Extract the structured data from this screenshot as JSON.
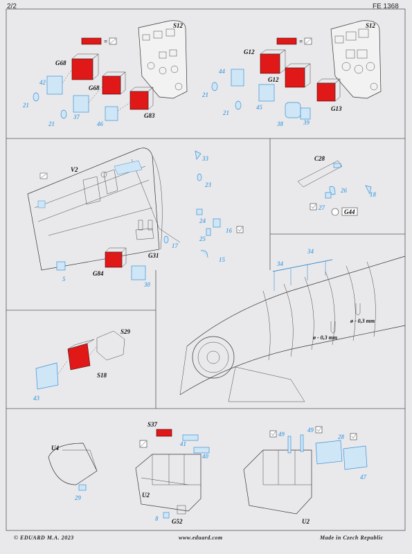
{
  "header": {
    "page": "2/2",
    "code": "FE 1368"
  },
  "footer": {
    "copyright": "© EDUARD M.A. 2023",
    "url": "www.eduard.com",
    "origin": "Made in Czech Republic"
  },
  "legend": {
    "equals": "="
  },
  "sec1": {
    "left": {
      "S12": "S12",
      "G68a": "G68",
      "G68b": "G68",
      "G83": "G83",
      "n42": "42",
      "n21a": "21",
      "n21b": "21",
      "n37": "37",
      "n46": "46"
    },
    "right": {
      "S12": "S12",
      "G12a": "G12",
      "G12b": "G12",
      "G13": "G13",
      "n44": "44",
      "n21a": "21",
      "n21b": "21",
      "n45": "45",
      "n38": "38",
      "n39": "39"
    }
  },
  "sec2": {
    "V2": "V2",
    "n33": "33",
    "n23": "23",
    "n24": "24",
    "n16": "16",
    "n25": "25",
    "n17": "17",
    "n15": "15",
    "G31": "G31",
    "G84": "G84",
    "n5": "5",
    "n30": "30"
  },
  "sec3": {
    "C28": "C28",
    "n26": "26",
    "n18": "18",
    "n27": "27",
    "G44": "G44"
  },
  "sec4": {
    "S29": "S29",
    "S18": "S18",
    "n43": "43"
  },
  "sec5": {
    "n34a": "34",
    "n34b": "34",
    "dim1": "ø - 0,3 mm",
    "dim2": "ø - 0,3 mm"
  },
  "sec6": {
    "U4": "U4",
    "n29": "29",
    "S37": "S37",
    "n41": "41",
    "n40": "40",
    "U2a": "U2",
    "n8": "8",
    "G52": "G52",
    "n49a": "49",
    "n49b": "49",
    "n28": "28",
    "n47": "47",
    "U2b": "U2"
  }
}
